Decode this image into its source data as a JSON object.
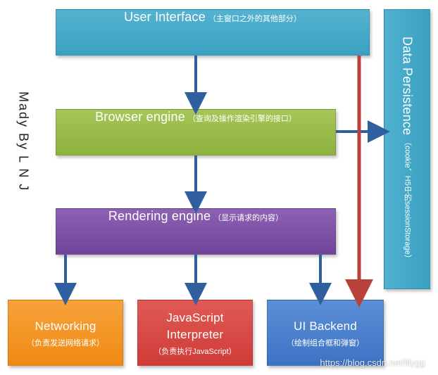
{
  "boxes": {
    "user_interface": {
      "title": "User Interface",
      "note": "（主窗口之外的其他部分）",
      "color": "#3aa0c1"
    },
    "browser_engine": {
      "title": "Browser engine",
      "note": "（查询及操作渲染引擎的接口）",
      "color": "#8cb13c"
    },
    "rendering_engine": {
      "title": "Rendering engine",
      "note": "（显示请求的内容）",
      "color": "#6f449b"
    },
    "networking": {
      "title": "Networking",
      "note": "（负责发送网络请求）",
      "color": "#f08a13"
    },
    "js_interpreter": {
      "title_line1": "JavaScript",
      "title_line2": "Interpreter",
      "note": "（负责执行JavaScript）",
      "color": "#cf3b37"
    },
    "ui_backend": {
      "title": "UI Backend",
      "note": "（绘制组合框和弹窗）",
      "color": "#3d73c4"
    },
    "data_persistence": {
      "title": "Data Persistence",
      "note": "（cookie、H5中的sessionStorage）",
      "color": "#3aa0c1"
    }
  },
  "author": "Mady  By  L N J",
  "watermark": "https://blog.csdn.net/lilygg",
  "arrow_colors": {
    "blue": "#2f5f9e",
    "red": "#b8413a"
  }
}
